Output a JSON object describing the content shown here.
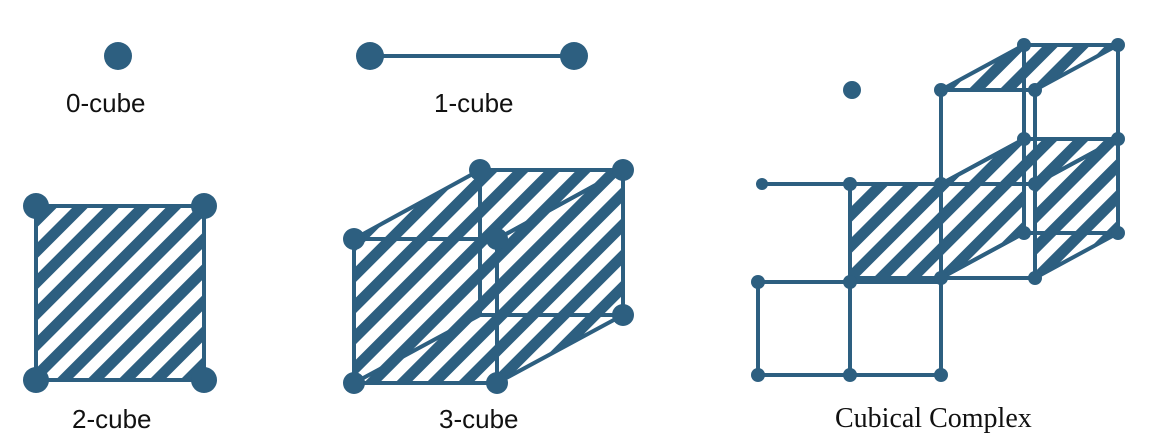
{
  "colors": {
    "primary": "#2d5f80",
    "background": "#ffffff",
    "text": "#111111"
  },
  "labels": {
    "cube0": "0-cube",
    "cube1": "1-cube",
    "cube2": "2-cube",
    "cube3": "3-cube",
    "complex": "Cubical Complex"
  },
  "fill_pattern": "diagonal-stripes"
}
